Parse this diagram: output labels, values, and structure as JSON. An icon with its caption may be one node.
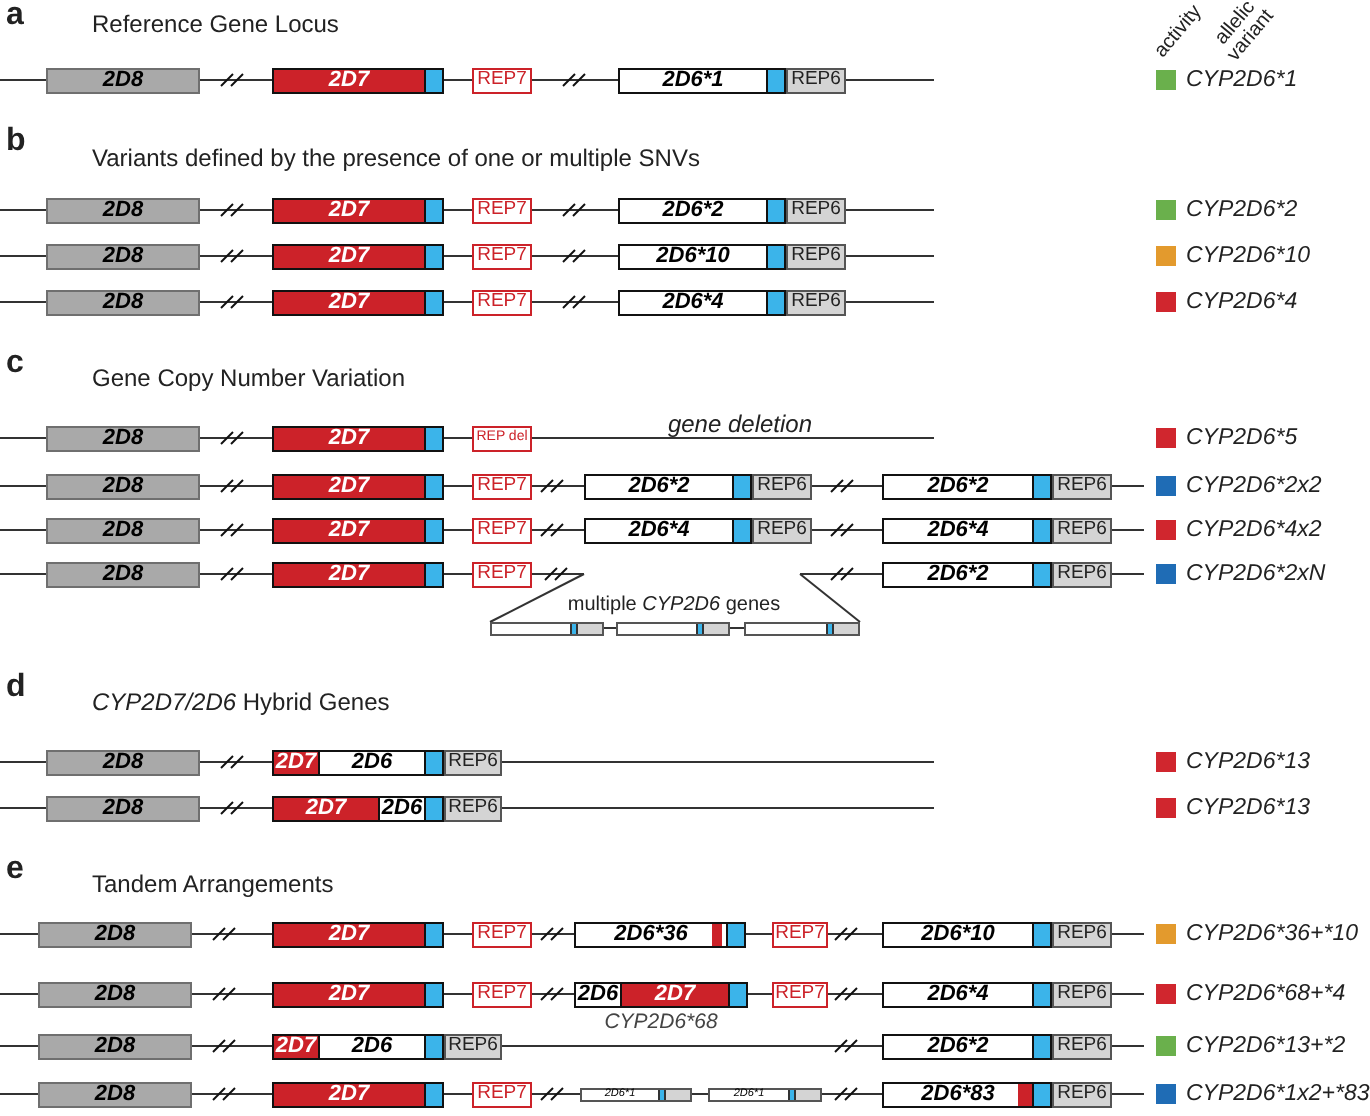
{
  "diagram": {
    "nodes": [
      {
        "text": [
          "2D8"
        ]
      },
      {
        "text": [
          "2D7"
        ]
      },
      {
        "text": [
          "REP7"
        ]
      },
      {
        "text": [
          "2D6*1"
        ]
      },
      {
        "text": [
          "REP6"
        ]
      },
      {
        "text": [
          "2D8"
        ]
      },
      {
        "text": [
          "2D7"
        ]
      },
      {
        "text": [
          "REP7"
        ]
      },
      {
        "text": [
          "2D6*2"
        ]
      },
      {
        "text": [
          "REP6"
        ]
      },
      {
        "text": [
          "2D8"
        ]
      },
      {
        "text": [
          "2D7"
        ]
      },
      {
        "text": [
          "REP7"
        ]
      },
      {
        "text": [
          "2D6*10"
        ]
      },
      {
        "text": [
          "REP6"
        ]
      },
      {
        "text": [
          "2D8"
        ]
      },
      {
        "text": [
          "2D7"
        ]
      },
      {
        "text": [
          "REP7"
        ]
      },
      {
        "text": [
          "2D6*4"
        ]
      },
      {
        "text": [
          "REP6"
        ]
      },
      {
        "text": [
          "2D8"
        ]
      },
      {
        "text": [
          "2D7"
        ]
      },
      {
        "text": [
          "REP del"
        ]
      },
      {
        "text": [
          "2D8"
        ]
      },
      {
        "text": [
          "2D7"
        ]
      },
      {
        "text": [
          "REP7"
        ]
      },
      {
        "text": [
          "2D6*2"
        ]
      },
      {
        "text": [
          "REP6"
        ]
      },
      {
        "text": [
          "2D6*2"
        ]
      },
      {
        "text": [
          "REP6"
        ]
      },
      {
        "text": [
          "2D8"
        ]
      },
      {
        "text": [
          "2D7"
        ]
      },
      {
        "text": [
          "REP7"
        ]
      },
      {
        "text": [
          "2D6*4"
        ]
      },
      {
        "text": [
          "REP6"
        ]
      },
      {
        "text": [
          "2D6*4"
        ]
      },
      {
        "text": [
          "REP6"
        ]
      },
      {
        "text": [
          "2D8"
        ]
      },
      {
        "text": [
          "2D7"
        ]
      },
      {
        "text": [
          "REP7"
        ]
      },
      {
        "text": [
          "2D6*2"
        ]
      },
      {
        "text": [
          "REP6"
        ]
      },
      {
        "text": [],
        "shape": "box"
      },
      {
        "text": [],
        "shape": "box"
      },
      {
        "text": [],
        "shape": "box"
      },
      {
        "text": [
          "2D8"
        ]
      },
      {
        "text": [
          "2D7",
          "2D6"
        ]
      },
      {
        "text": [
          "REP6"
        ]
      },
      {
        "text": [
          "2D8"
        ]
      },
      {
        "text": [
          "2D7",
          "2D6"
        ]
      },
      {
        "text": [
          "REP6"
        ]
      },
      {
        "text": [
          "2D8"
        ]
      },
      {
        "text": [
          "2D7"
        ]
      },
      {
        "text": [
          "REP7"
        ]
      },
      {
        "text": [
          "2D6*36"
        ]
      },
      {
        "text": [
          "REP7"
        ]
      },
      {
        "text": [
          "2D6*10"
        ]
      },
      {
        "text": [
          "REP6"
        ]
      },
      {
        "text": [
          "2D8"
        ]
      },
      {
        "text": [
          "2D7"
        ]
      },
      {
        "text": [
          "REP7"
        ]
      },
      {
        "text": [
          "2D6",
          "2D7"
        ],
        "beside": [
          "CYP2D6*68"
        ]
      },
      {
        "text": [
          "REP7"
        ]
      },
      {
        "text": [
          "2D6*4"
        ]
      },
      {
        "text": [
          "REP6"
        ]
      },
      {
        "text": [
          "2D8"
        ]
      },
      {
        "text": [
          "2D7",
          "2D6"
        ]
      },
      {
        "text": [
          "REP6"
        ]
      },
      {
        "text": [
          "2D6*2"
        ]
      },
      {
        "text": [
          "REP6"
        ]
      },
      {
        "text": [
          "2D8"
        ]
      },
      {
        "text": [
          "2D7"
        ]
      },
      {
        "text": [
          "REP7"
        ]
      },
      {
        "text": [
          "2D6*1"
        ]
      },
      {
        "text": [
          "2D6*1"
        ]
      },
      {
        "text": [
          "2D6*83"
        ]
      },
      {
        "text": [
          "REP6"
        ]
      }
    ],
    "labels": [
      "a",
      "Reference Gene Locus",
      "activity",
      "allelic variant",
      "b",
      "Variants defined by the presence of one or multiple SNVs",
      "c",
      "Gene Copy Number Variation",
      "gene deletion",
      "multiple *CYP2D6* genes",
      "d",
      "*CYP2D7/2D6*  Hybrid Genes",
      "e",
      "Tandem Arrangements"
    ],
    "legend": [
      {
        "text": "CYP2D6*1",
        "color": "#6ab04c"
      },
      {
        "text": "CYP2D6*2",
        "color": "#6ab04c"
      },
      {
        "text": "CYP2D6*10",
        "color": "#e39a2d"
      },
      {
        "text": "CYP2D6*4",
        "color": "#d0262e"
      },
      {
        "text": "CYP2D6*5",
        "color": "#d0262e"
      },
      {
        "text": "CYP2D6*2x2",
        "color": "#1f6cb5"
      },
      {
        "text": "CYP2D6*4x2",
        "color": "#d0262e"
      },
      {
        "text": "CYP2D6*2xN",
        "color": "#1f6cb5"
      },
      {
        "text": "CYP2D6*13",
        "color": "#d0262e"
      },
      {
        "text": "CYP2D6*13",
        "color": "#d0262e"
      },
      {
        "text": "CYP2D6*36+*10",
        "color": "#e39a2d"
      },
      {
        "text": "CYP2D6*68+*4",
        "color": "#d0262e"
      },
      {
        "text": "CYP2D6*13+*2",
        "color": "#6ab04c"
      },
      {
        "text": "CYP2D6*1x2+*83",
        "color": "#1f6cb5"
      }
    ]
  }
}
